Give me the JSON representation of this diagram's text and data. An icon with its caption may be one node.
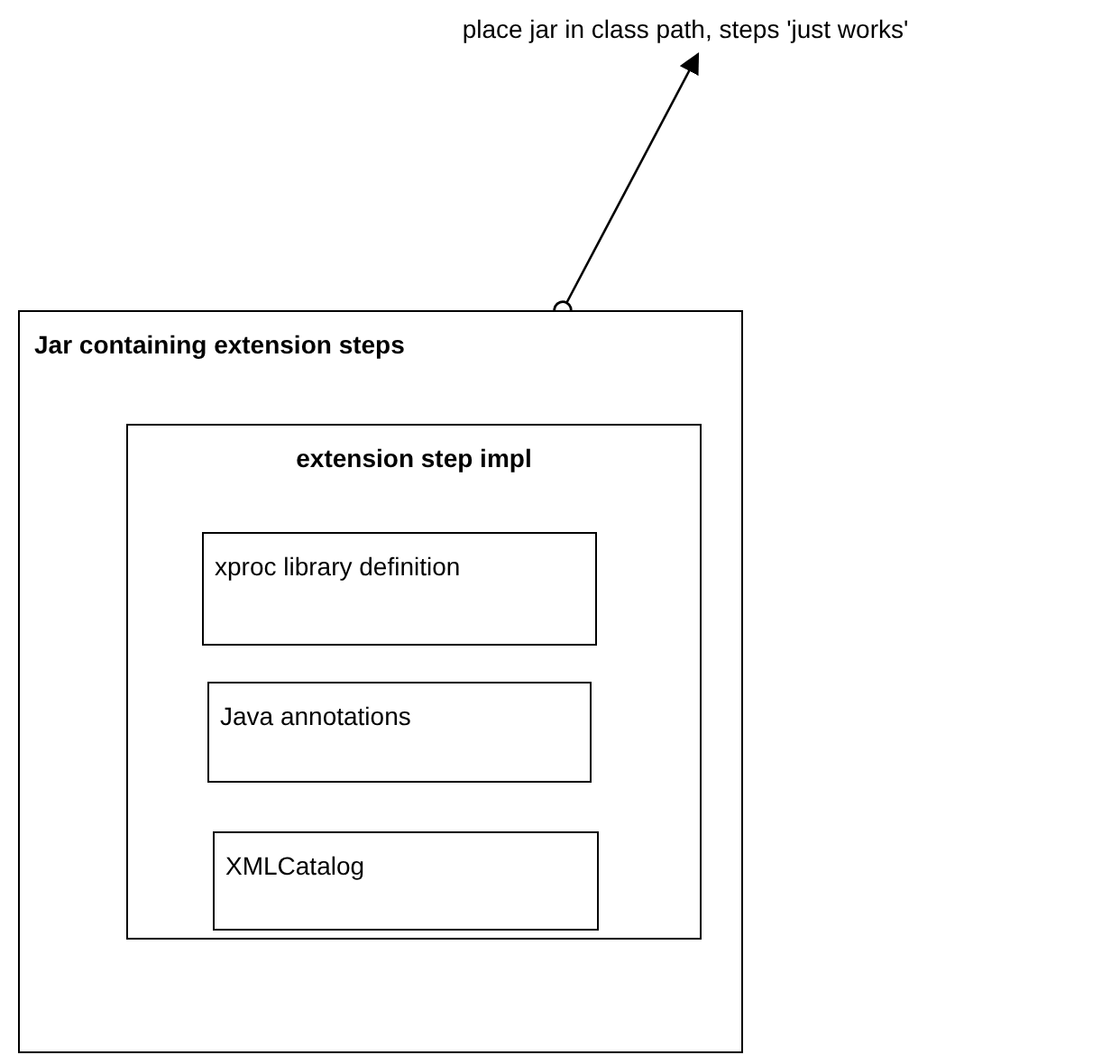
{
  "diagram": {
    "nodes": [
      {
        "text": [
          "place jar in class path, steps 'just works'"
        ]
      },
      {
        "text": [
          "Jar containing extension steps"
        ]
      },
      {
        "text": [
          "extension step impl"
        ],
        "in": 1
      },
      {
        "text": [
          "xproc library definition"
        ],
        "in": 2
      },
      {
        "text": [
          "Java annotations"
        ],
        "in": 2
      },
      {
        "text": [
          "XMLCatalog"
        ],
        "in": 2
      }
    ],
    "edges": [
      {
        "from": 1,
        "to": 0,
        "arrow": "to"
      }
    ]
  }
}
